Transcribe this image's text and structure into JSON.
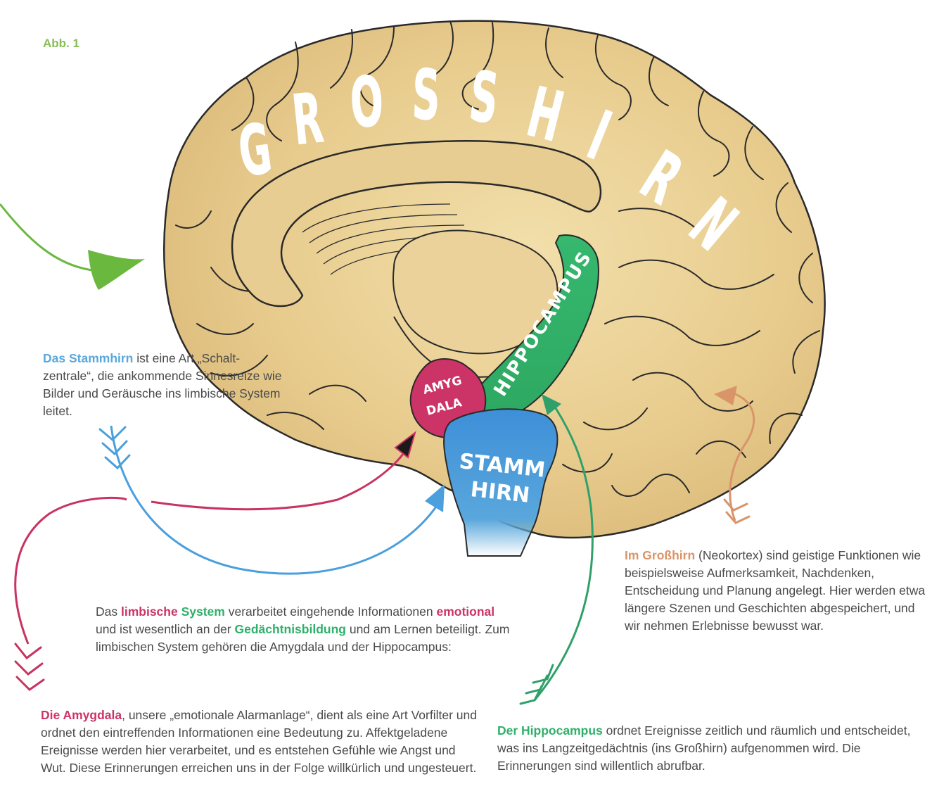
{
  "figure_label": "Abb. 1",
  "colors": {
    "brain": "#e6c889",
    "brain_light": "#f0dca6",
    "outline": "#2a2a2a",
    "grosshirn": "#d9946a",
    "stammhirn": "#5aa7dc",
    "stammhirn_fill": "#3d8fd8",
    "amygdala": "#cc3366",
    "hippocampus": "#2fb06a",
    "limbic": "#cc3366",
    "green_label": "#86bd57",
    "body_text": "#4a4a4a"
  },
  "brain_labels": {
    "grosshirn": [
      "G",
      "R",
      "O",
      "S",
      "S",
      "H",
      "I",
      "R",
      "N"
    ],
    "hippocampus": "HIPPOCAMPUS",
    "amygdala_line1": "AMYG",
    "amygdala_line2": "DALA",
    "stammhirn_line1": "STAMM",
    "stammhirn_line2": "HIRN"
  },
  "stammhirn_text": {
    "title": "Das Stammhirn",
    "body": " ist eine Art „Schalt­zentrale“, die ankommende Sinnes­reize wie Bilder und Geräusche ins limbische System leitet."
  },
  "limbisch_text": {
    "intro": "Das ",
    "kw1": "limbische",
    "kw2": "System",
    "part1": " verarbeitet eingehende Informationen ",
    "kw3": "emotional",
    "part2": " und ist wesentlich an der ",
    "kw4": "Gedächtnisbildung",
    "part3": " und am Lernen beteiligt. Zum limbischen System gehören die Amygdala und der Hippocampus:"
  },
  "grosshirn_text": {
    "title": "Im Großhirn",
    "body": " (Neokortex) sind geistige Funk­tionen wie beispielsweise Aufmerksamkeit, Nachdenken, Entscheidung und Planung angelegt. Hier werden etwa längere Szenen und Geschichten abgespeichert, und wir nehmen Erlebnisse bewusst war."
  },
  "amygdala_text": {
    "title": "Die Amygdala",
    "body": ", unsere „emotionale Alarmanlage“, dient als eine Art Vorfilter und ordnet den eintreffenden Informationen eine Bedeutung zu. Affektgeladene Ereignisse werden hier verarbei­tet, und es entstehen Gefühle wie Angst und Wut. Diese Erinne­rungen erreichen uns in der Folge willkürlich und ungesteuert."
  },
  "hippocampus_text": {
    "title": "Der Hippocampus",
    "body": " ordnet Ereignisse zeitlich und räumlich und entscheidet, was ins Langzeitgedächtnis (ins Großhirn) aufge­nommen wird. Die Erinnerungen sind willentlich abrufbar."
  }
}
